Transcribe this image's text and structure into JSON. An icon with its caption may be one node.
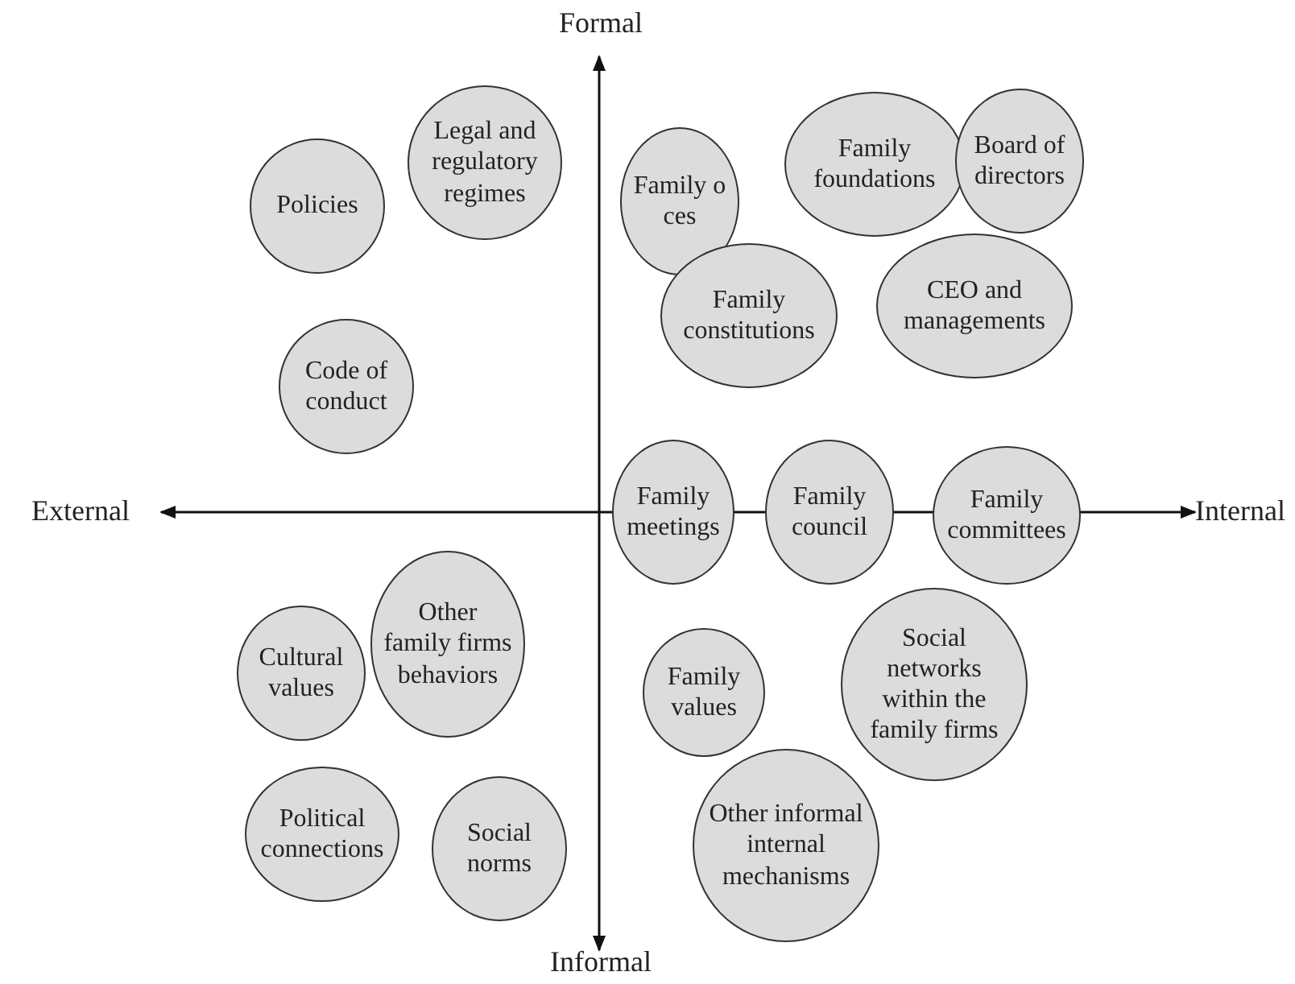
{
  "diagram": {
    "nodes": [
      {
        "text": [
          "Policies"
        ]
      },
      {
        "text": [
          "Legal and regulatory regimes"
        ]
      },
      {
        "text": [
          "Code of conduct"
        ]
      },
      {
        "text": [
          "Family o ces"
        ]
      },
      {
        "text": [
          "Family foundations"
        ]
      },
      {
        "text": [
          "Board of directors"
        ]
      },
      {
        "text": [
          "Family constitutions"
        ]
      },
      {
        "text": [
          "CEO and managements"
        ]
      },
      {
        "text": [
          "Family meetings"
        ]
      },
      {
        "text": [
          "Family council"
        ]
      },
      {
        "text": [
          "Family committees"
        ]
      },
      {
        "text": [
          "Cultural values"
        ]
      },
      {
        "text": [
          "Other family firms behaviors"
        ]
      },
      {
        "text": [
          "Political connections"
        ]
      },
      {
        "text": [
          "Social norms"
        ]
      },
      {
        "text": [
          "Family values"
        ]
      },
      {
        "text": [
          "Social networks within the family firms"
        ]
      },
      {
        "text": [
          "Other informal internal mechanisms"
        ]
      }
    ],
    "labels": [
      "Formal",
      "External",
      "Internal",
      "Informal"
    ]
  }
}
